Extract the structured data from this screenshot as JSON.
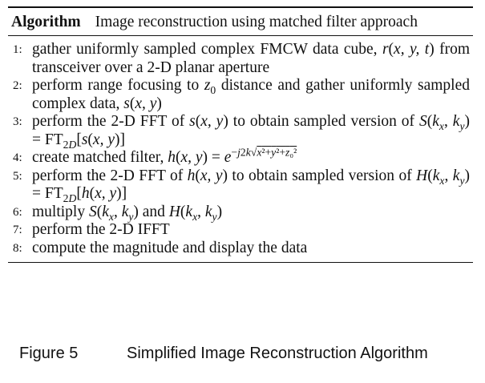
{
  "algorithm": {
    "label": "Algorithm",
    "title": "Image reconstruction using matched filter approach",
    "steps": [
      {
        "num": "1:",
        "text": "gather uniformly sampled complex FMCW data cube, r(x, y, t) from transceiver over a 2-D planar aperture"
      },
      {
        "num": "2:",
        "text": "perform range focusing to z₀ distance and gather uniformly sampled complex data, s(x, y)"
      },
      {
        "num": "3:",
        "text": "perform the 2-D FFT of s(x, y) to obtain sampled version of S(kx, ky) = FT2D[s(x, y)]"
      },
      {
        "num": "4:",
        "text": "create matched filter, h(x, y) = e^(−j2k√(x²+y²+z₀²))"
      },
      {
        "num": "5:",
        "text": "perform the 2-D FFT of h(x, y) to obtain sampled version of H(kx, ky) = FT2D[h(x, y)]"
      },
      {
        "num": "6:",
        "text": "multiply S(kx, ky) and H(kx, ky)"
      },
      {
        "num": "7:",
        "text": "perform the 2-D IFFT"
      },
      {
        "num": "8:",
        "text": "compute the magnitude and display the data"
      }
    ]
  },
  "caption": {
    "figure": "Figure 5",
    "text": "Simplified Image Reconstruction Algorithm"
  }
}
